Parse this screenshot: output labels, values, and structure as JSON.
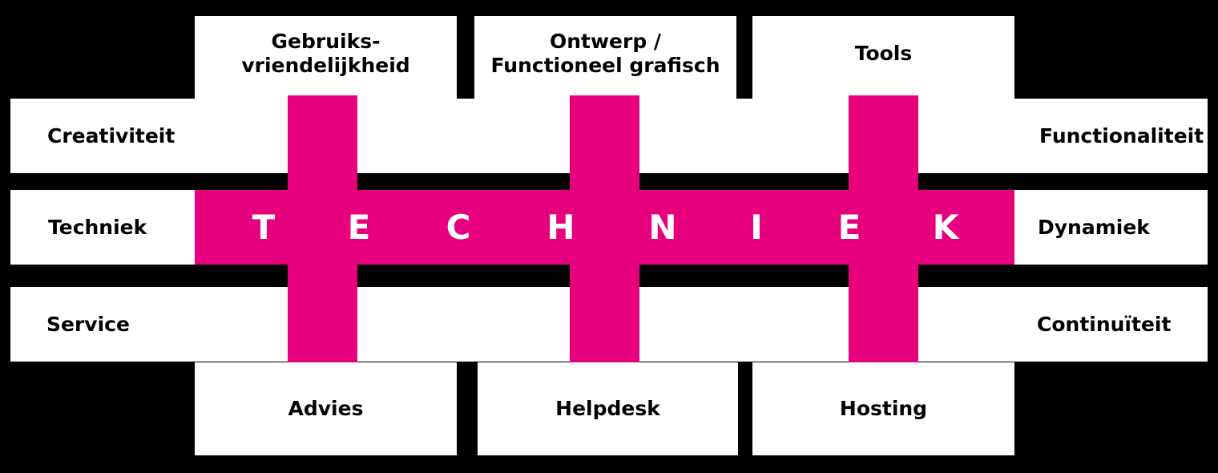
{
  "colors": {
    "accent": "#e6007e",
    "box": "#ffffff",
    "background": "#000000"
  },
  "top_boxes": [
    {
      "lines": [
        "Gebruiks-",
        "vriendelijkheid"
      ]
    },
    {
      "lines": [
        "Ontwerp /",
        "Functioneel grafisch"
      ]
    },
    {
      "lines": [
        "Tools"
      ]
    }
  ],
  "left_boxes": [
    "Creativiteit",
    "Techniek",
    "Service"
  ],
  "right_boxes": [
    "Functionaliteit",
    "Dynamiek",
    "Continuïteit"
  ],
  "bottom_boxes": [
    "Advies",
    "Helpdesk",
    "Hosting"
  ],
  "banner": {
    "letters": [
      "T",
      "E",
      "C",
      "H",
      "N",
      "I",
      "E",
      "K"
    ]
  }
}
